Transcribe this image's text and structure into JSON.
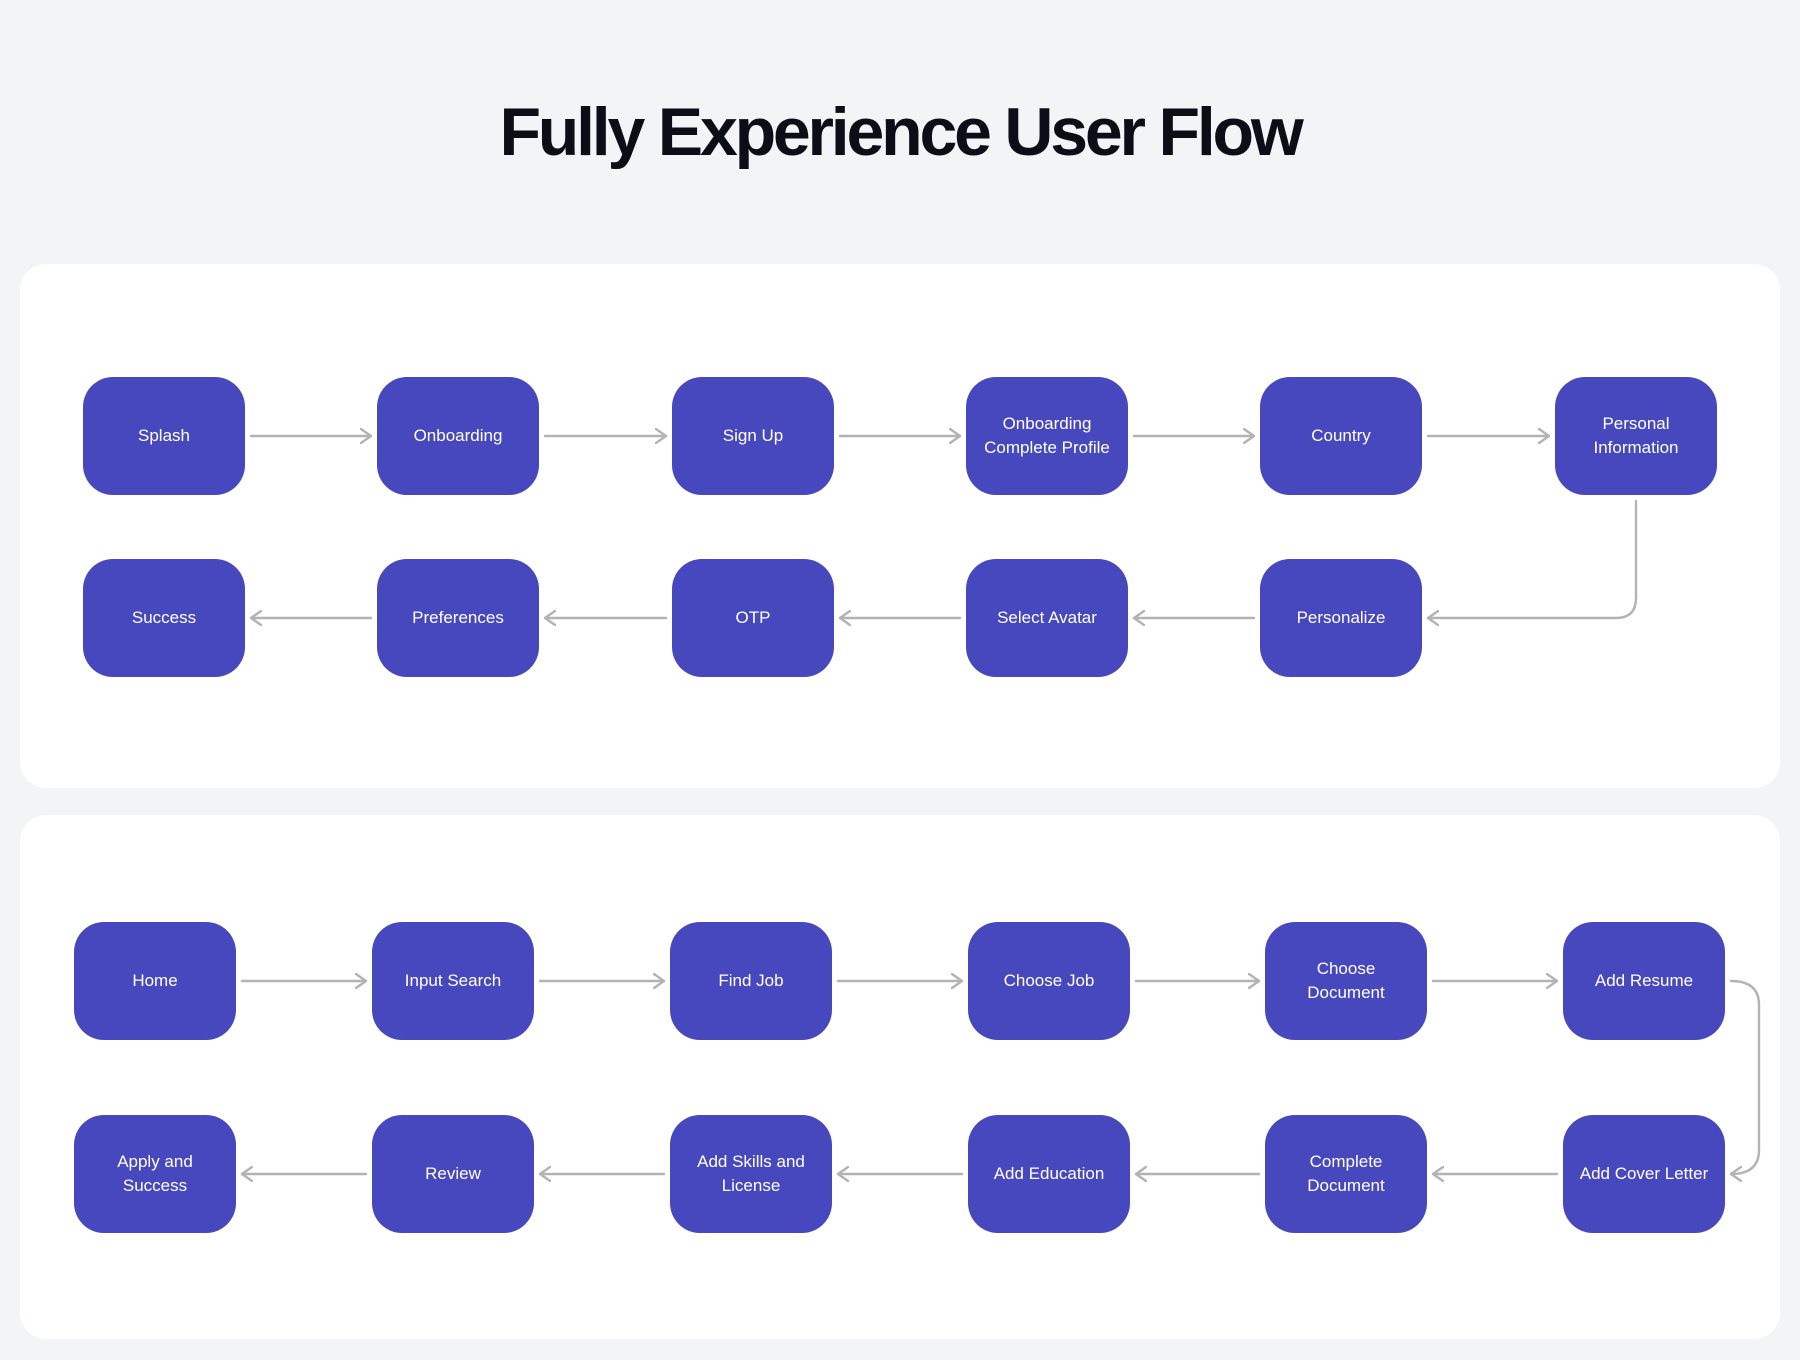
{
  "title": "Fully Experience User Flow",
  "colors": {
    "node": "#4848BE",
    "arrow": "#B3B3B3",
    "panel": "#FFFFFF",
    "background": "#F3F4F6"
  },
  "flow1": {
    "row1": [
      "Splash",
      "Onboarding",
      "Sign Up",
      "Onboarding\nComplete Profile",
      "Country",
      "Personal\nInformation"
    ],
    "row2": [
      "Success",
      "Preferences",
      "OTP",
      "Select Avatar",
      "Personalize"
    ]
  },
  "flow2": {
    "row1": [
      "Home",
      "Input Search",
      "Find Job",
      "Choose Job",
      "Choose\nDocument",
      "Add Resume"
    ],
    "row2": [
      "Apply and\nSuccess",
      "Review",
      "Add Skills and\nLicense",
      "Add Education",
      "Complete\nDocument",
      "Add Cover Letter"
    ]
  }
}
